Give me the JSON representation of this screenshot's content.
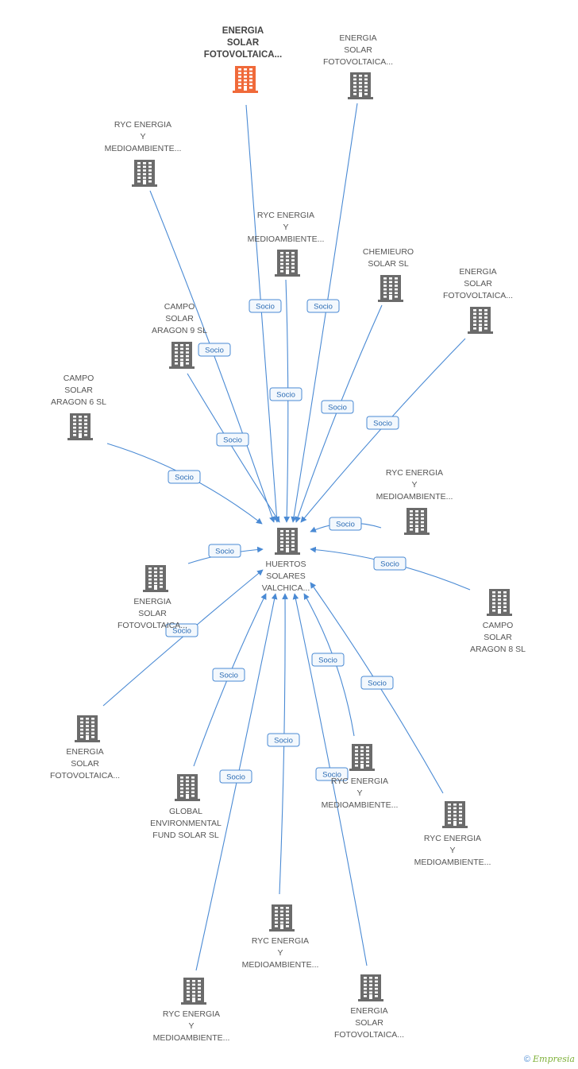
{
  "center": {
    "lines": [
      "HUERTOS",
      "SOLARES",
      "VALCHICA..."
    ]
  },
  "edge_label": "Socio",
  "colors": {
    "edge": "#4a8ad4",
    "node": "#6b6b6b",
    "highlight": "#f06a3a"
  },
  "nodes": [
    {
      "lines": [
        "ENERGIA",
        "SOLAR",
        "FOTOVOLTAICA..."
      ],
      "highlight": true
    },
    {
      "lines": [
        "ENERGIA",
        "SOLAR",
        "FOTOVOLTAICA..."
      ]
    },
    {
      "lines": [
        "RYC ENERGIA",
        "Y",
        "MEDIOAMBIENTE..."
      ]
    },
    {
      "lines": [
        "RYC ENERGIA",
        "Y",
        "MEDIOAMBIENTE..."
      ]
    },
    {
      "lines": [
        "CHEMIEURO",
        "SOLAR SL"
      ]
    },
    {
      "lines": [
        "ENERGIA",
        "SOLAR",
        "FOTOVOLTAICA..."
      ]
    },
    {
      "lines": [
        "CAMPO",
        "SOLAR",
        "ARAGON 9 SL"
      ]
    },
    {
      "lines": [
        "CAMPO",
        "SOLAR",
        "ARAGON 6 SL"
      ]
    },
    {
      "lines": [
        "RYC ENERGIA",
        "Y",
        "MEDIOAMBIENTE..."
      ]
    },
    {
      "lines": [
        "ENERGIA",
        "SOLAR",
        "FOTOVOLTAICA..."
      ]
    },
    {
      "lines": [
        "CAMPO",
        "SOLAR",
        "ARAGON 8 SL"
      ]
    },
    {
      "lines": [
        "ENERGIA",
        "SOLAR",
        "FOTOVOLTAICA..."
      ]
    },
    {
      "lines": [
        "GLOBAL",
        "ENVIRONMENTAL",
        "FUND SOLAR SL"
      ]
    },
    {
      "lines": [
        "RYC ENERGIA",
        "Y",
        "MEDIOAMBIENTE..."
      ]
    },
    {
      "lines": [
        "RYC ENERGIA",
        "Y",
        "MEDIOAMBIENTE..."
      ]
    },
    {
      "lines": [
        "RYC ENERGIA",
        "Y",
        "MEDIOAMBIENTE..."
      ]
    },
    {
      "lines": [
        "RYC ENERGIA",
        "Y",
        "MEDIOAMBIENTE..."
      ]
    },
    {
      "lines": [
        "ENERGIA",
        "SOLAR",
        "FOTOVOLTAICA..."
      ]
    }
  ],
  "footer": {
    "copyright": "©",
    "brand": "Empresia"
  }
}
